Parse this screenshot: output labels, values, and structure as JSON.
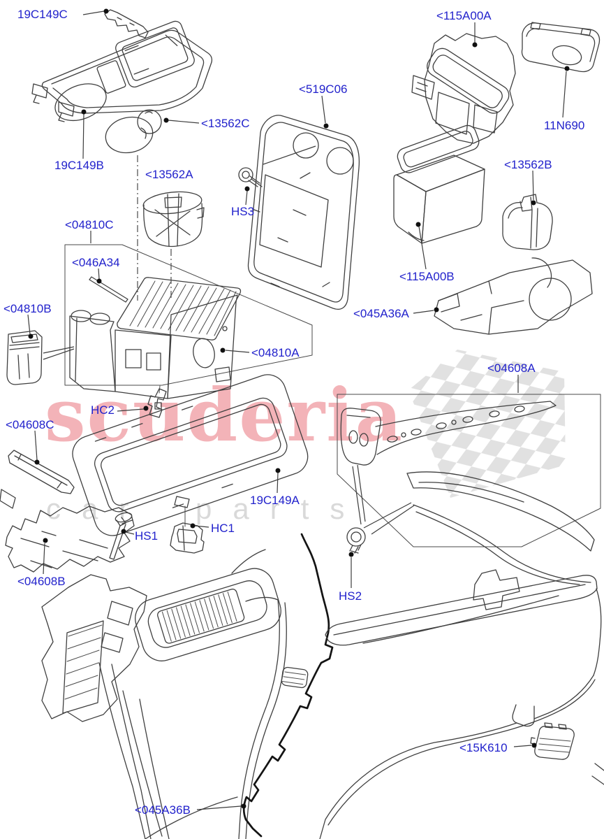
{
  "diagram_type": "exploded-parts-diagram",
  "subject": "vehicle console trim components",
  "watermark": {
    "title": "scuderia",
    "subtitle": "car parts",
    "title_color": "#f3b3b8",
    "subtitle_color": "#d9d9d9",
    "flag_color": "#dcdcdc"
  },
  "label_color": "#2222cc",
  "callouts": [
    {
      "id": "19C149C",
      "text": "19C149C"
    },
    {
      "id": "115A00A",
      "text": "<115A00A"
    },
    {
      "id": "11N690",
      "text": "11N690"
    },
    {
      "id": "519C06",
      "text": "<519C06"
    },
    {
      "id": "13562C",
      "text": "<13562C"
    },
    {
      "id": "19C149B",
      "text": "19C149B"
    },
    {
      "id": "13562A",
      "text": "<13562A"
    },
    {
      "id": "HS3",
      "text": "HS3"
    },
    {
      "id": "04810C",
      "text": "<04810C"
    },
    {
      "id": "046A34",
      "text": "<046A34"
    },
    {
      "id": "04810B",
      "text": "<04810B"
    },
    {
      "id": "04810A",
      "text": "<04810A"
    },
    {
      "id": "115A00B",
      "text": "<115A00B"
    },
    {
      "id": "13562B",
      "text": "<13562B"
    },
    {
      "id": "045A36A",
      "text": "<045A36A"
    },
    {
      "id": "04608A",
      "text": "<04608A"
    },
    {
      "id": "HC2",
      "text": "HC2"
    },
    {
      "id": "04608C",
      "text": "<04608C"
    },
    {
      "id": "19C149A",
      "text": "19C149A"
    },
    {
      "id": "HS1",
      "text": "HS1"
    },
    {
      "id": "HC1",
      "text": "HC1"
    },
    {
      "id": "04608B",
      "text": "<04608B"
    },
    {
      "id": "HS2",
      "text": "HS2"
    },
    {
      "id": "15K610",
      "text": "<15K610"
    },
    {
      "id": "045A36B",
      "text": "<045A36B"
    }
  ]
}
